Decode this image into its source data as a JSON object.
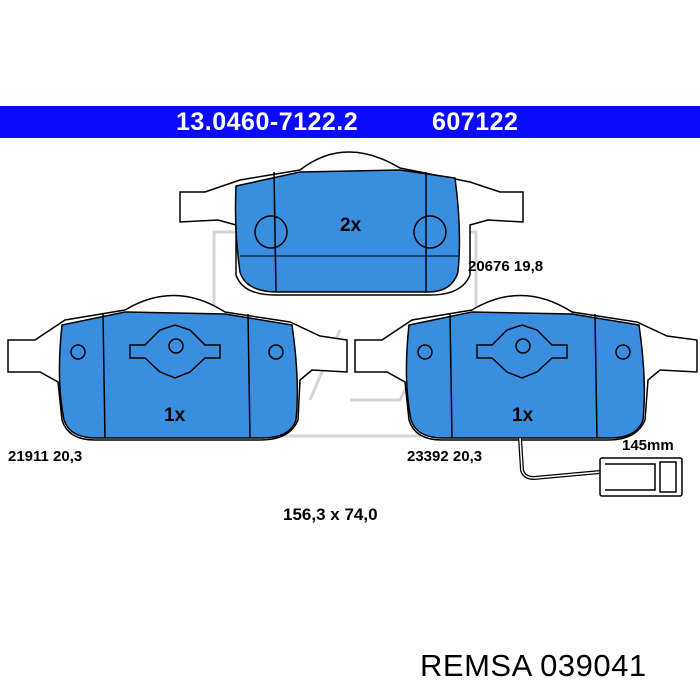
{
  "header": {
    "part_number": "13.0460-7122.2",
    "ref_number": "607122",
    "background_color": "#0a0aff",
    "text_color": "#ffffff"
  },
  "pads": {
    "top": {
      "quantity": "2x",
      "code": "20676 19,8"
    },
    "left": {
      "quantity": "1x",
      "code": "21911 20,3"
    },
    "right": {
      "quantity": "1x",
      "code": "23392 20,3"
    }
  },
  "sensor": {
    "length": "145mm"
  },
  "dimensions": "156,3 x 74,0",
  "watermark": "ATE",
  "footer": {
    "brand": "REMSA 039041"
  },
  "colors": {
    "pad_fill": "#3a8ee0",
    "outline": "#000000"
  }
}
